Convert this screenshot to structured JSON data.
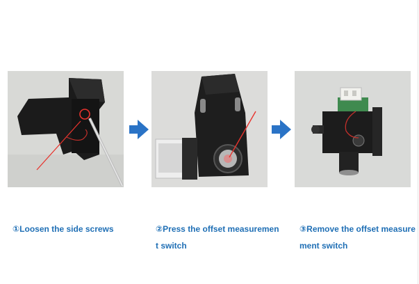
{
  "colors": {
    "accent": "#2a73c6",
    "caption_text": "#1f6fb5",
    "photo_background": "#d9d9d7",
    "marker_red": "#e8332d"
  },
  "steps": [
    {
      "caption": "①Loosen the side screws",
      "image_icon": "photo-loosen-side-screws"
    },
    {
      "caption": "②Press the offset measurement switch",
      "image_icon": "photo-press-offset-switch"
    },
    {
      "caption": "③Remove the offset measurement switch",
      "image_icon": "photo-remove-offset-switch"
    }
  ],
  "arrow_icon": "right-arrow-icon"
}
